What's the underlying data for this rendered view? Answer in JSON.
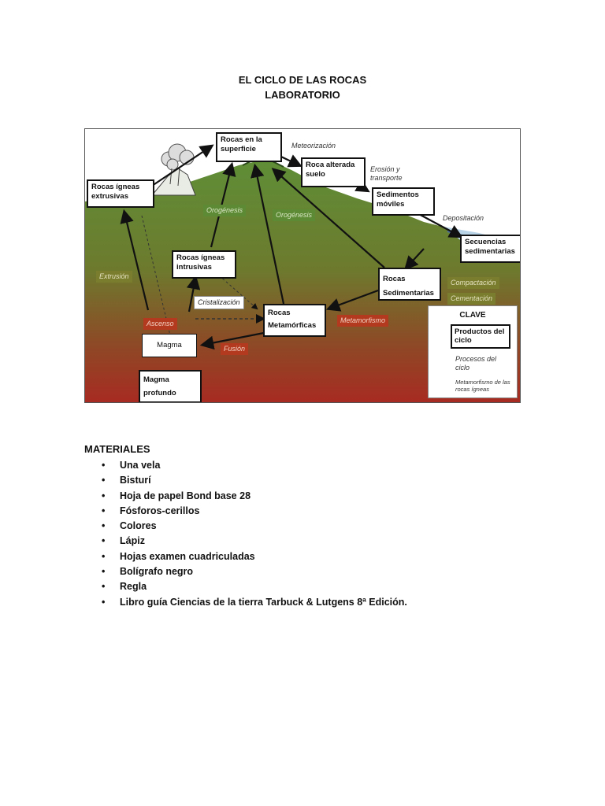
{
  "document": {
    "title_line1": "EL CICLO DE LAS ROCAS",
    "title_line2": "LABORATORIO"
  },
  "diagram": {
    "boxes": {
      "surface": "Rocas en la superficie",
      "altered": "Roca alterada suelo",
      "sediments": "Sedimentos móviles",
      "sequences": "Secuencias sedimentarias",
      "sedimentary": "Rocas Sedimentarias",
      "metamorphic": "Rocas Metamórficas",
      "intrusive": "Rocas ígneas intrusivas",
      "extrusive": "Rocas ígneas extrusivas",
      "magma": "Magma",
      "deep_magma": "Magma profundo"
    },
    "processes": {
      "weathering": "Meteorización",
      "erosion": "Erosión y transporte",
      "deposition": "Depositación",
      "compaction": "Compactación",
      "cementation": "Cementación",
      "metamorphism": "Metamorfismo",
      "orogenesis_left": "Orogénesis",
      "orogenesis_right": "Orogénesis",
      "crystallization": "Cristalización",
      "extrusion": "Extrusión",
      "ascent": "Ascenso",
      "fusion": "Fusión"
    },
    "key": {
      "title": "CLAVE",
      "products": "Productos del ciclo",
      "processes": "Procesos del ciclo",
      "metamorphism": "Metamorfismo de las rocas ígneas"
    },
    "colors": {
      "sky": "#ffffff",
      "hill_top": "#5f8e37",
      "hill_bottom": "#a82a22"
    }
  },
  "materials": {
    "heading": "MATERIALES",
    "items": [
      "Una vela",
      "Bisturí",
      "Hoja de papel Bond base 28",
      "Fósforos-cerillos",
      "Colores",
      "Lápiz",
      "Hojas examen cuadriculadas",
      "Bolígrafo negro",
      "Regla",
      "Libro guía Ciencias de la tierra Tarbuck & Lutgens 8ª Edición."
    ]
  }
}
